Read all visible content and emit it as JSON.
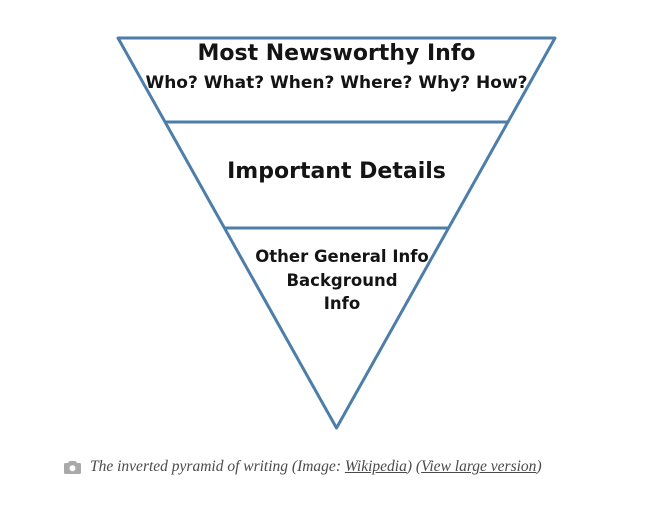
{
  "diagram": {
    "stroke_color": "#4d7ea9",
    "sections": [
      {
        "title": "Most Newsworthy Info",
        "subtitle": "Who? What? When? Where? Why? How?"
      },
      {
        "title": "Important Details"
      },
      {
        "lines": [
          "Other General Info",
          "Background",
          "Info"
        ]
      }
    ]
  },
  "caption": {
    "prefix": "The inverted pyramid of writing (Image: ",
    "link_wikipedia": "Wikipedia",
    "mid": ") (",
    "link_view_large": "View large version",
    "suffix": ")"
  }
}
